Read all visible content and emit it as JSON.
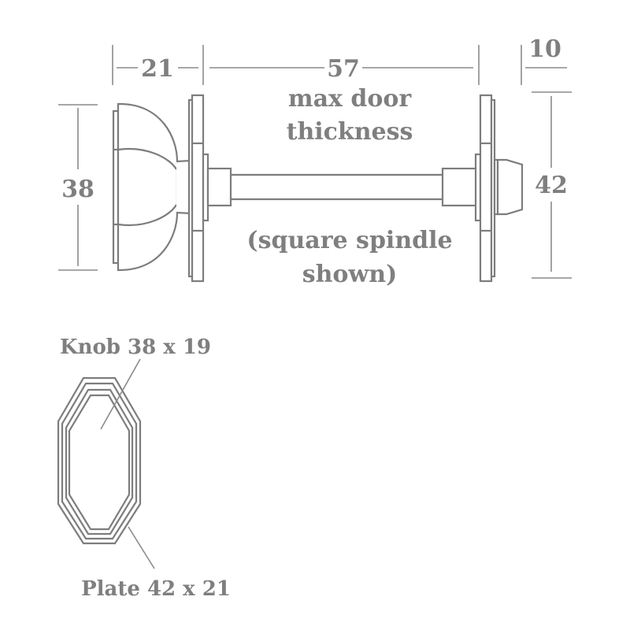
{
  "diagram": {
    "title": "Oval knob set dimensions",
    "colors": {
      "line": "#8a8a8a",
      "text": "#7f7f7f",
      "background": "#ffffff"
    },
    "dimensions": {
      "knob_depth": "21",
      "door_thickness": "57",
      "rose_depth": "10",
      "knob_height": "38",
      "rose_height": "42"
    },
    "notes": {
      "door_line1": "max door",
      "door_line2": "thickness",
      "spindle_line1": "(square spindle",
      "spindle_line2": "shown)"
    },
    "front_view": {
      "knob_label": "Knob 38 x 19",
      "plate_label": "Plate 42 x 21"
    }
  }
}
